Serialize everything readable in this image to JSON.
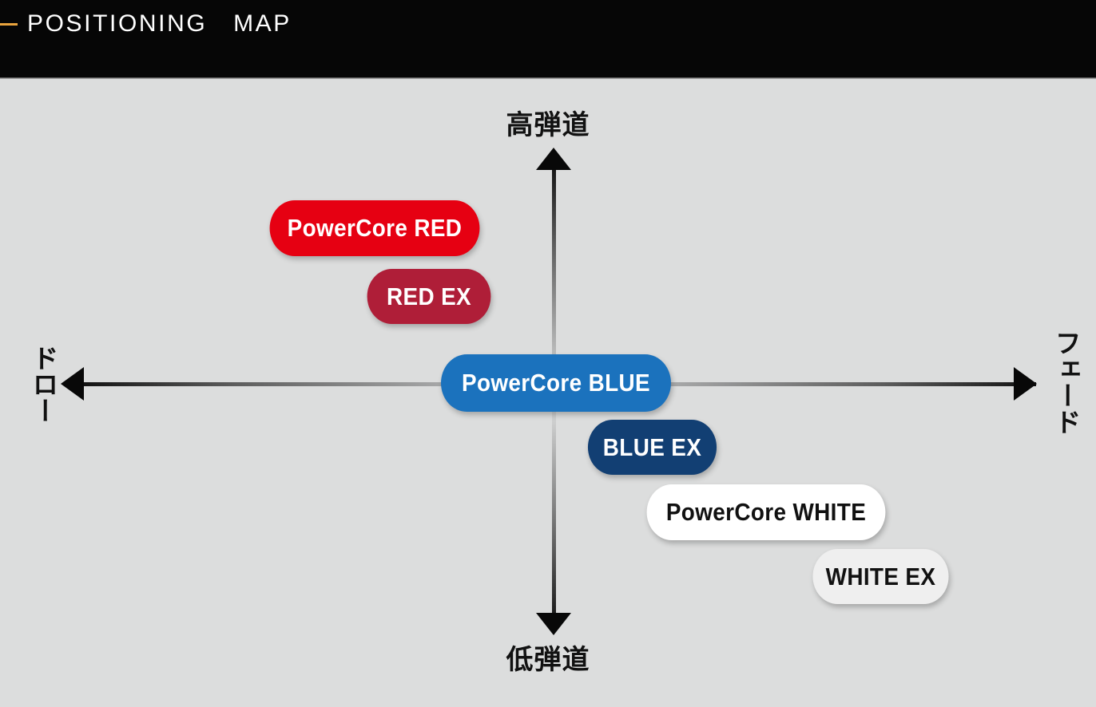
{
  "header": {
    "title": "POSITIONING   MAP",
    "accent_color": "#e8a33d",
    "background_color": "#060606",
    "text_color": "#ffffff"
  },
  "map": {
    "background_color": "#dcdddd",
    "axes": {
      "vertical": {
        "top_label": "高弾道",
        "bottom_label": "低弾道",
        "top_arrow_icon": "arrow-up-icon",
        "bottom_arrow_icon": "arrow-down-icon"
      },
      "horizontal": {
        "left_label": "ドロー",
        "right_label": "フェード",
        "left_arrow_icon": "arrow-left-icon",
        "right_arrow_icon": "arrow-right-icon"
      }
    },
    "products": [
      {
        "label": "PowerCore RED",
        "fill_color": "#e60012",
        "text_color": "#ffffff",
        "quadrant": "draw-high-trajectory"
      },
      {
        "label": "RED EX",
        "fill_color": "#af1e38",
        "text_color": "#ffffff",
        "quadrant": "draw-high-trajectory"
      },
      {
        "label": "PowerCore BLUE",
        "fill_color": "#1b72bd",
        "text_color": "#ffffff",
        "quadrant": "center-origin"
      },
      {
        "label": "BLUE EX",
        "fill_color": "#123f73",
        "text_color": "#ffffff",
        "quadrant": "fade-low-trajectory"
      },
      {
        "label": "PowerCore WHITE",
        "fill_color": "#ffffff",
        "text_color": "#111111",
        "quadrant": "fade-low-trajectory"
      },
      {
        "label": "WHITE EX",
        "fill_color": "#efefef",
        "text_color": "#111111",
        "quadrant": "fade-low-trajectory"
      }
    ]
  },
  "chart_data": {
    "type": "scatter",
    "title": "POSITIONING   MAP",
    "xlabel": "",
    "ylabel": "",
    "x_axis": {
      "negative_label": "ドロー",
      "positive_label": "フェード"
    },
    "y_axis": {
      "negative_label": "低弾道",
      "positive_label": "高弾道"
    },
    "xlim": [
      -1,
      1
    ],
    "ylim": [
      -1,
      1
    ],
    "grid": false,
    "legend": "none",
    "points": [
      {
        "label": "PowerCore RED",
        "x": -0.3,
        "y": 0.58,
        "color": "#e60012"
      },
      {
        "label": "RED EX",
        "x": -0.15,
        "y": 0.36,
        "color": "#af1e38"
      },
      {
        "label": "PowerCore BLUE",
        "x": 0.0,
        "y": 0.0,
        "color": "#1b72bd"
      },
      {
        "label": "BLUE EX",
        "x": 0.19,
        "y": -0.21,
        "color": "#123f73"
      },
      {
        "label": "PowerCore WHITE",
        "x": 0.39,
        "y": -0.42,
        "color": "#ffffff"
      },
      {
        "label": "WHITE EX",
        "x": 0.61,
        "y": -0.63,
        "color": "#efefef"
      }
    ]
  }
}
